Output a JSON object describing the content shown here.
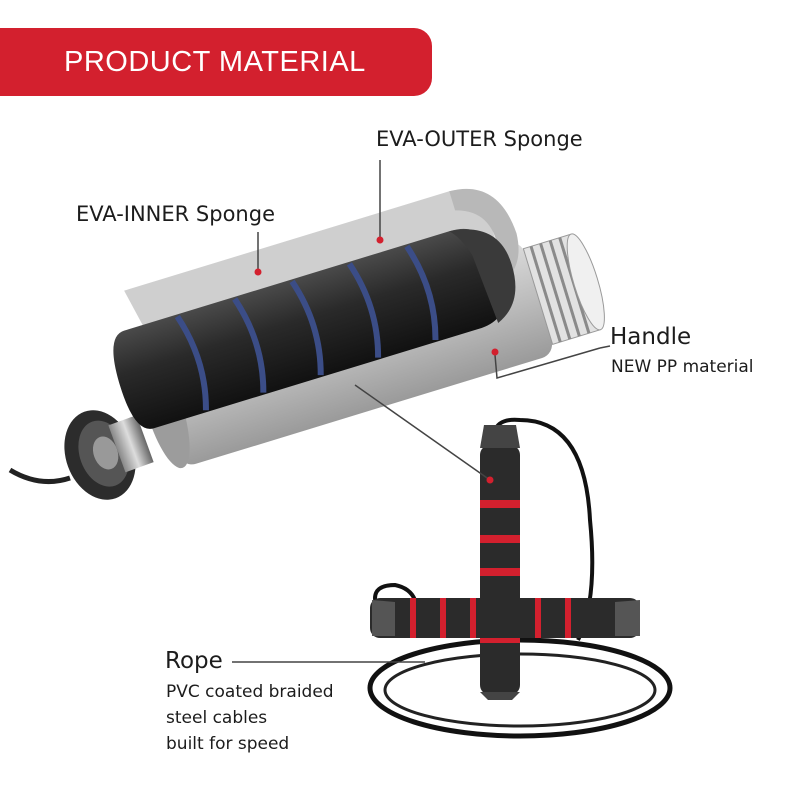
{
  "banner": {
    "title": "PRODUCT MATERIAL",
    "color": "#d3202e"
  },
  "labels": {
    "outer_sponge": "EVA-OUTER Sponge",
    "inner_sponge": "EVA-INNER Sponge",
    "handle_title": "Handle",
    "handle_desc": "NEW PP material",
    "rope_title": "Rope",
    "rope_desc_1": "PVC coated braided",
    "rope_desc_2": "steel cables",
    "rope_desc_3": "built for speed"
  },
  "colors": {
    "accent_red": "#d3202e",
    "sponge_black": "#2b2b2b",
    "inner_blue": "#3b4d87",
    "handle_grey": "#c7c7c7"
  }
}
